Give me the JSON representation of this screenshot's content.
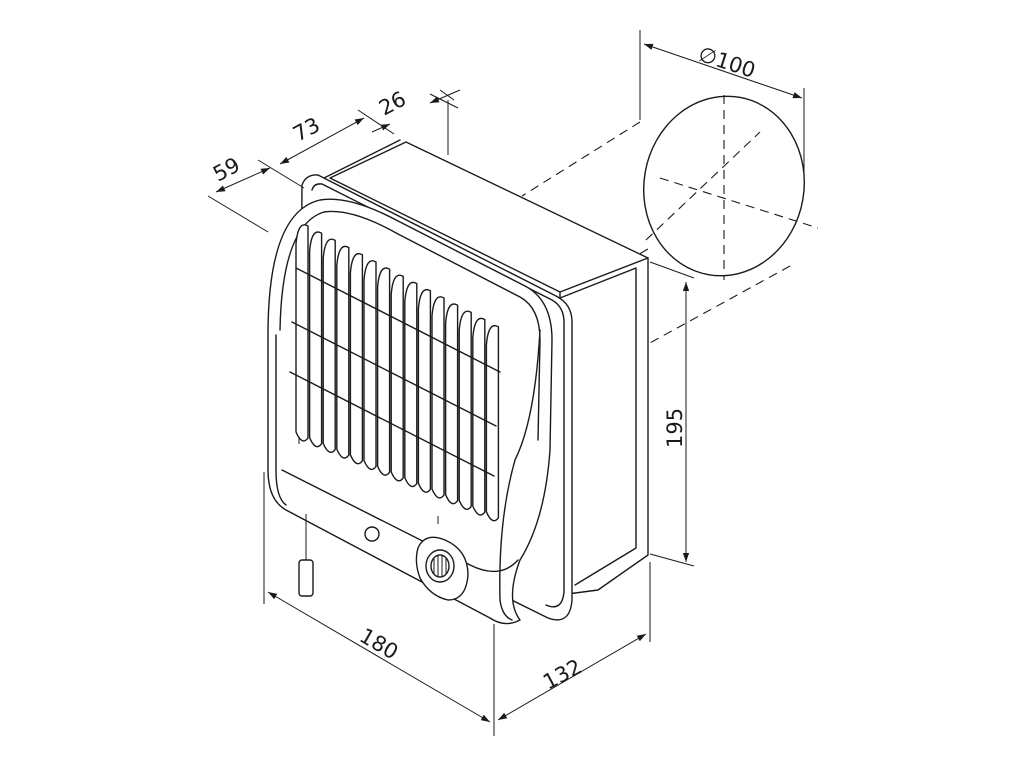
{
  "dimensions": {
    "depth_front": "59",
    "depth_middle": "73",
    "depth_back": "26",
    "diameter": "∅100",
    "height": "195",
    "width": "180",
    "depth_total": "132"
  },
  "colors": {
    "line": "#1a1a1a",
    "background": "#ffffff"
  }
}
